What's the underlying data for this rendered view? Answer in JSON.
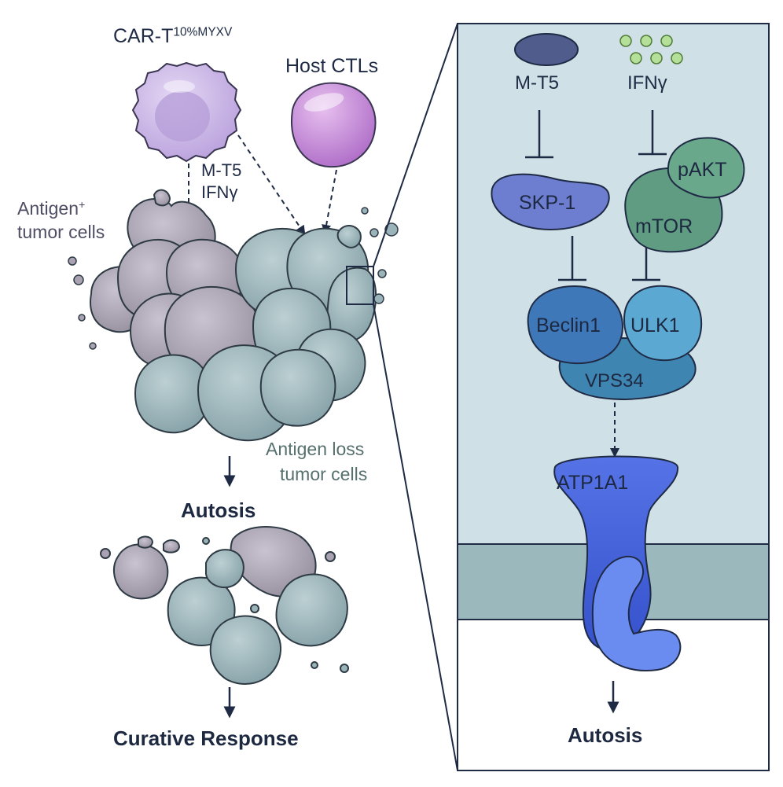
{
  "left": {
    "cart_label": "CAR-T",
    "cart_superscript": "10%MYXV",
    "host_label": "Host CTLs",
    "secreted_1": "M-T5",
    "secreted_2": "IFNγ",
    "antigen_pos_label": "Antigen",
    "antigen_pos_superscript": "+",
    "antigen_pos_label2": "tumor cells",
    "antigen_loss_label1": "Antigen loss",
    "antigen_loss_label2": "tumor cells",
    "autosis_label": "Autosis",
    "curative_label": "Curative Response"
  },
  "right": {
    "mt5": "M-T5",
    "ifng": "IFNγ",
    "skp1": "SKP-1",
    "pakt": "pAKT",
    "mtor": "mTOR",
    "beclin1": "Beclin1",
    "ulk1": "ULK1",
    "vps34": "VPS34",
    "atp1a1": "ATP1A1",
    "autosis_label": "Autosis"
  },
  "colors": {
    "panel_bg": "#cfe0e6",
    "membrane": "#9bb9bd",
    "cart_cell": "#c8b3e6",
    "host_cell": "#c184d6",
    "antigen_pos_cell": "#aaa3b4",
    "antigen_loss_cell": "#9bb4b9",
    "atp1a1": "#3e5fd6"
  }
}
